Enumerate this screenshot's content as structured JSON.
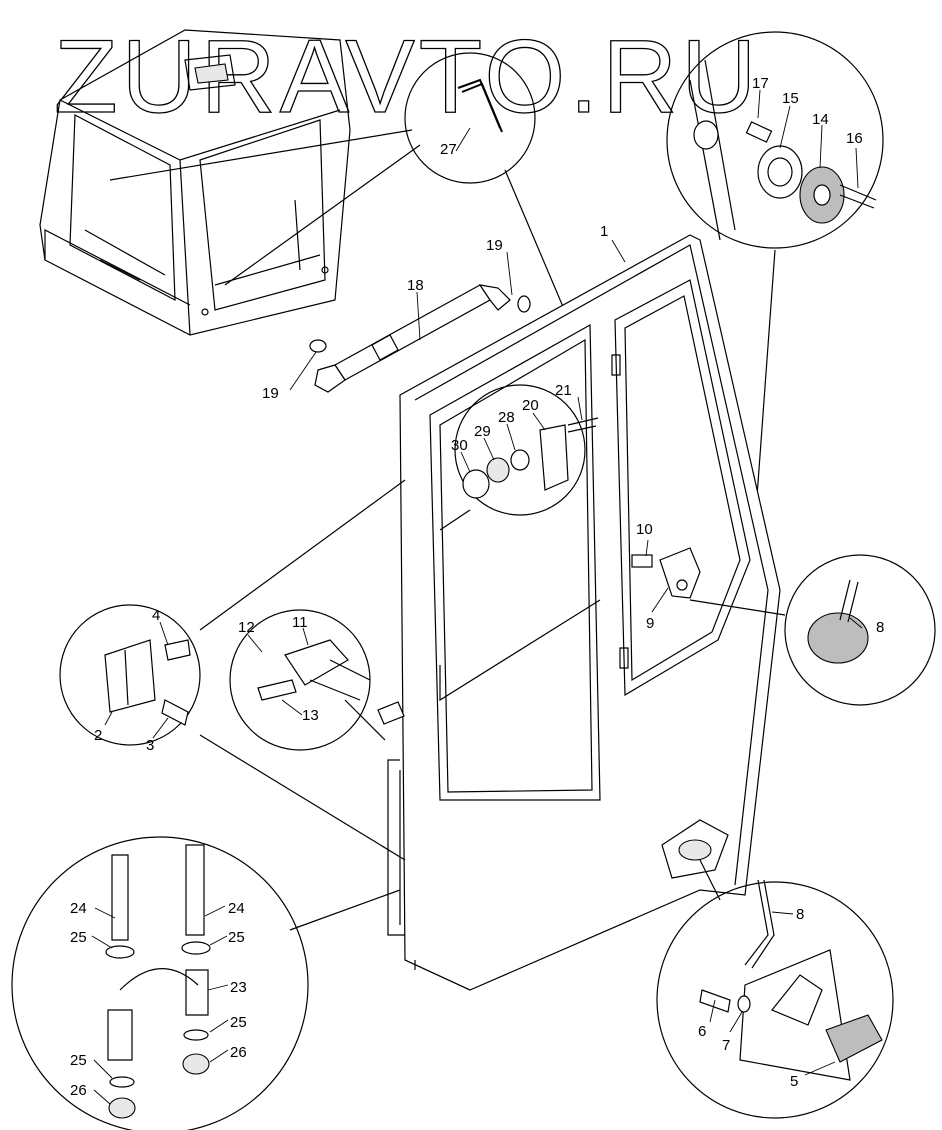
{
  "watermark": "ZURAVTO.RU",
  "corner_mark": "",
  "callouts": [
    {
      "id": "c1",
      "text": "1"
    },
    {
      "id": "c2",
      "text": "2"
    },
    {
      "id": "c3",
      "text": "3"
    },
    {
      "id": "c4",
      "text": "4"
    },
    {
      "id": "c5",
      "text": "5"
    },
    {
      "id": "c6",
      "text": "6"
    },
    {
      "id": "c7",
      "text": "7"
    },
    {
      "id": "c8a",
      "text": "8"
    },
    {
      "id": "c8b",
      "text": "8"
    },
    {
      "id": "c9",
      "text": "9"
    },
    {
      "id": "c10",
      "text": "10"
    },
    {
      "id": "c11",
      "text": "11"
    },
    {
      "id": "c12",
      "text": "12"
    },
    {
      "id": "c13",
      "text": "13"
    },
    {
      "id": "c14",
      "text": "14"
    },
    {
      "id": "c15",
      "text": "15"
    },
    {
      "id": "c16",
      "text": "16"
    },
    {
      "id": "c17",
      "text": "17"
    },
    {
      "id": "c18",
      "text": "18"
    },
    {
      "id": "c19a",
      "text": "19"
    },
    {
      "id": "c19b",
      "text": "19"
    },
    {
      "id": "c20",
      "text": "20"
    },
    {
      "id": "c21",
      "text": "21"
    },
    {
      "id": "c23",
      "text": "23"
    },
    {
      "id": "c24a",
      "text": "24"
    },
    {
      "id": "c24b",
      "text": "24"
    },
    {
      "id": "c25a",
      "text": "25"
    },
    {
      "id": "c25b",
      "text": "25"
    },
    {
      "id": "c25c",
      "text": "25"
    },
    {
      "id": "c25d",
      "text": "25"
    },
    {
      "id": "c26a",
      "text": "26"
    },
    {
      "id": "c26b",
      "text": "26"
    },
    {
      "id": "c27",
      "text": "27"
    },
    {
      "id": "c28",
      "text": "28"
    },
    {
      "id": "c29",
      "text": "29"
    },
    {
      "id": "c30",
      "text": "30"
    }
  ],
  "colors": {
    "ink": "#000000",
    "paper": "#ffffff",
    "shade": "#bdbdbd"
  }
}
